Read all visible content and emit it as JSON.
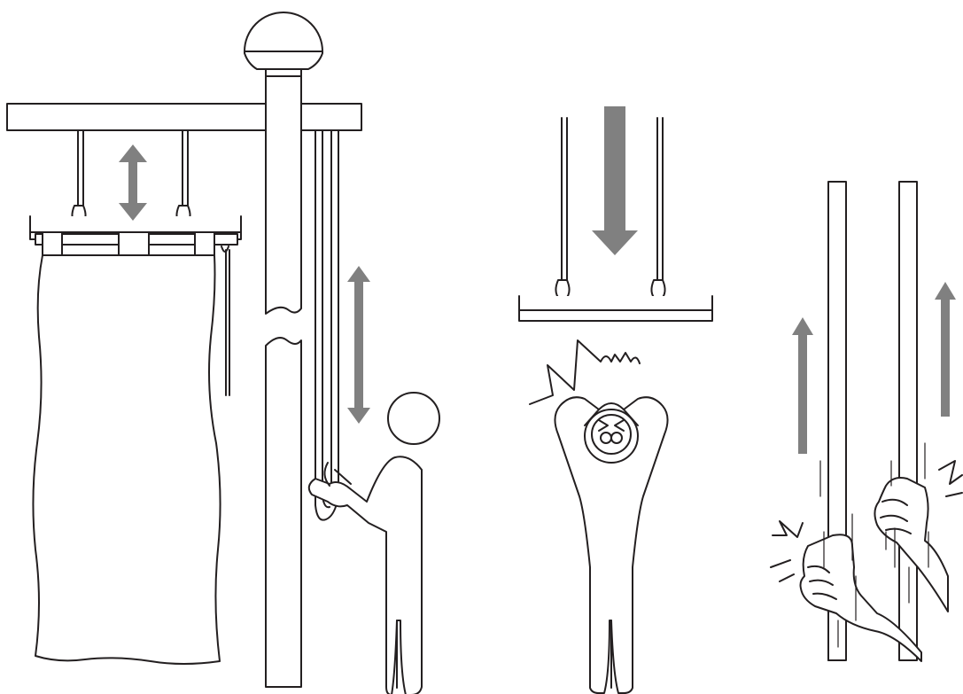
{
  "figure": {
    "panels": [
      {
        "id": "flagpole-halyard",
        "description_visible_text": ""
      },
      {
        "id": "falling-rod",
        "description_visible_text": ""
      },
      {
        "id": "pinch-hazard",
        "description_visible_text": ""
      }
    ],
    "colors": {
      "line": "#231f20",
      "arrow": "#808080",
      "background": "#ffffff"
    },
    "icons": [
      "double-arrow-icon",
      "down-arrow-icon",
      "up-arrow-icon",
      "pain-mark-icon"
    ]
  }
}
